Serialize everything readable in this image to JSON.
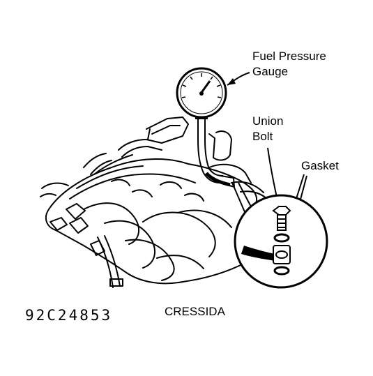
{
  "diagram": {
    "labels": {
      "gauge_line1": "Fuel Pressure",
      "gauge_line2": "Gauge",
      "union_line1": "Union",
      "union_line2": "Bolt",
      "gasket": "Gasket"
    },
    "figure_code": "92C24853",
    "model_name": "CRESSIDA"
  }
}
